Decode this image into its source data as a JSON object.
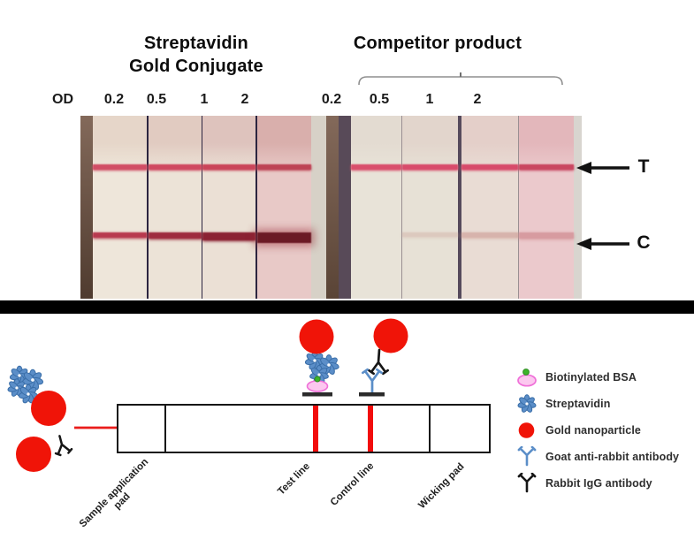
{
  "figure": {
    "top": {
      "left_title_line1": "Streptavidin",
      "left_title_line2": "Gold Conjugate",
      "right_title": "Competitor product",
      "od_label": "OD",
      "left_od_values": [
        "0.2",
        "0.5",
        "1",
        "2"
      ],
      "right_od_values": [
        "0.2",
        "0.5",
        "1",
        "2"
      ],
      "t_label": "T",
      "c_label": "C"
    },
    "photo": {
      "left_strips": [
        {
          "od": "0.2",
          "bg": "#eee6da",
          "top_tint": "#e6d6c9",
          "t_line": "#d14d65",
          "c_line": "#b8394e",
          "c_h": 6
        },
        {
          "od": "0.5",
          "bg": "#ece3d7",
          "top_tint": "#e1cbc1",
          "t_line": "#cf4860",
          "c_line": "#9e2b3f",
          "c_h": 7
        },
        {
          "od": "1",
          "bg": "#ebe0d5",
          "top_tint": "#dec3bd",
          "t_line": "#ca4459",
          "c_line": "#8b2133",
          "c_h": 9
        },
        {
          "od": "2",
          "bg": "#e8c9c7",
          "top_tint": "#d9afac",
          "t_line": "#bd4254",
          "c_line": "#6b1a25",
          "c_h": 12
        }
      ],
      "right_strips": [
        {
          "od": "0.2",
          "bg": "#e8e3d8",
          "top_tint": "#e3dbd1",
          "t_line": "#d94e6c",
          "c_line": "rgba(0,0,0,0)",
          "c_h": 4
        },
        {
          "od": "0.5",
          "bg": "#e7e1d6",
          "top_tint": "#e2d5cc",
          "t_line": "#d84b6b",
          "c_line": "rgba(206,166,156,0.4)",
          "c_h": 5
        },
        {
          "od": "1",
          "bg": "#e9dcd4",
          "top_tint": "#e4cfc9",
          "t_line": "#d74a6a",
          "c_line": "rgba(201,146,139,0.55)",
          "c_h": 6
        },
        {
          "od": "2",
          "bg": "#ebc9cc",
          "top_tint": "#e3b7bb",
          "t_line": "#c94660",
          "c_line": "rgba(206,136,141,0.7)",
          "c_h": 7
        }
      ]
    },
    "diagram": {
      "labels": {
        "sample_pad_line1": "Sample application",
        "sample_pad_line2": "pad",
        "test_line": "Test line",
        "control_line": "Control line",
        "wicking_pad": "Wicking pad"
      },
      "colors": {
        "gold_red": "#f01408",
        "line_red": "#f20c0c",
        "arrow_red": "#ea1d1b",
        "streptavidin_blue": "#5b8ec8",
        "streptavidin_outline": "#3a6ea8",
        "antibody_blue": "#5b8ec8",
        "antibody_black": "#161616",
        "bsa_pink_fill": "#fcc7ef",
        "bsa_pink_stroke": "#ef6fd8",
        "biotin_green": "#3cb42a",
        "biotin_green_stroke": "#2f8d22"
      },
      "legend": [
        {
          "icon": "biotinylated-bsa-icon",
          "label": "Biotinylated BSA"
        },
        {
          "icon": "streptavidin-icon",
          "label": "Streptavidin"
        },
        {
          "icon": "gold-nanoparticle-icon",
          "label": "Gold nanoparticle"
        },
        {
          "icon": "goat-anti-rabbit-antibody-icon",
          "label": "Goat anti-rabbit antibody"
        },
        {
          "icon": "rabbit-igg-antibody-icon",
          "label": "Rabbit IgG antibody"
        }
      ]
    }
  }
}
